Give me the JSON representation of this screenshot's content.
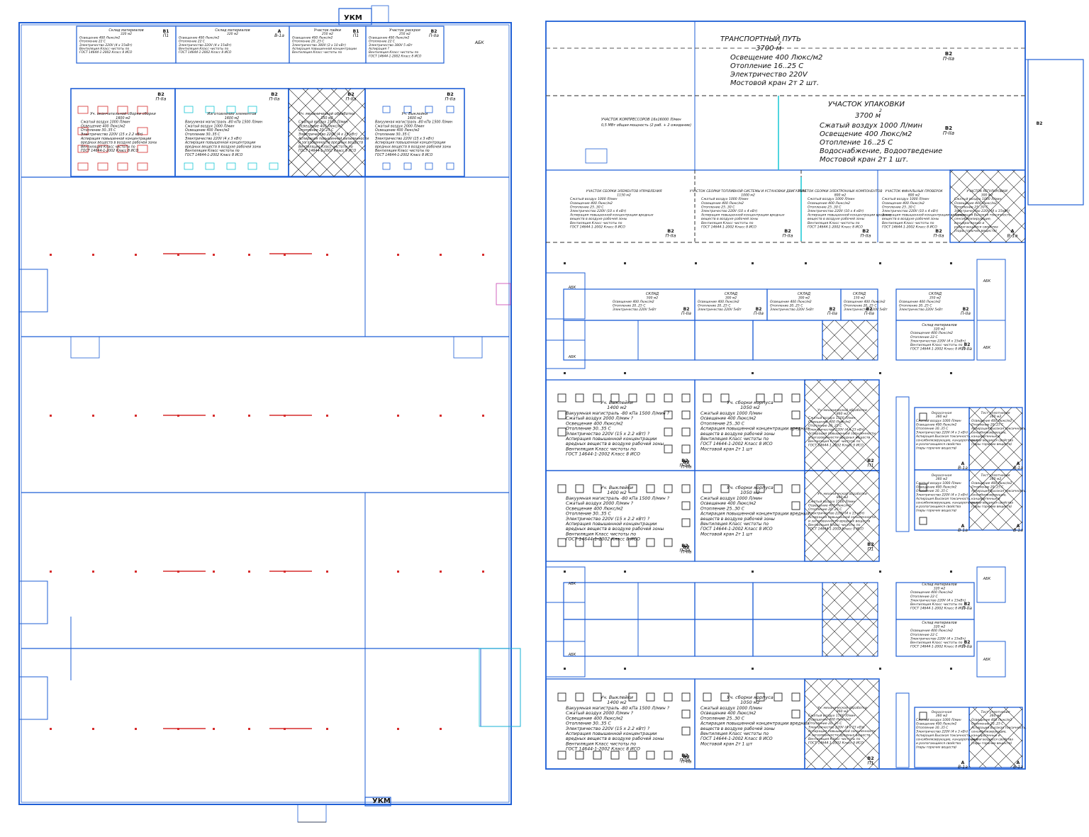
{
  "labels": {
    "ukm_top": "УКМ",
    "ukm_bottom": "УКМ",
    "abk": "АБК"
  },
  "left_plan": {
    "top_rooms": [
      {
        "title": "Склад материалов",
        "area": "320 м2",
        "cls": "В1",
        "cat": "П1",
        "lines": [
          "Освещение 400 Люкс/м2",
          "Отопление 22 С",
          "Электричество 220V (4 x 15кВт)",
          "Вентиляция Класс чистоты по",
          "ГОСТ 14644-1-2002 Класс 8 ИСО"
        ]
      },
      {
        "title": "Склад материалов",
        "area": "320 м2",
        "cls": "А",
        "cat": "В-1а",
        "lines": [
          "Освещение 400 Люкс/м2",
          "Отопление 22 С",
          "Электричество 220V (4 x 15кВт)",
          "Вентиляция Класс чистоты по",
          "ГОСТ 14644-1-2002 Класс 8 ИСО"
        ]
      },
      {
        "title": "Участок пайки",
        "area": "250 м2",
        "cls": "В1",
        "cat": "П1",
        "lines": [
          "Освещение 400 Люкс/м2",
          "Отопление 20..25 С",
          "Электричество 380V (2 x 10 кВт)",
          "Аспирация повышенной концентрации",
          "Вентиляция Класс чистоты по"
        ]
      },
      {
        "title": "Участок раскроя",
        "area": "250 м2",
        "cls": "В2",
        "cat": "П-IIа",
        "lines": [
          "Освещение 400 Люкс/м2",
          "Отопление 22 С",
          "Электричество 380V 5 кВт",
          "Аспирация ?",
          "Вентиляция Класс чистоты по",
          "ГОСТ 14644-1-2002 Класс 8 ИСО"
        ]
      }
    ],
    "mid_rooms": [
      {
        "title": "Уч. окончательной сборки сборки",
        "area": "1600 м2",
        "cls": "В2",
        "cat": "П-IIа",
        "lines": [
          "Сжатый воздух 1000 Л/мин",
          "Освещение 400 Люкс/м2",
          "Отопление 30..35 С",
          "Электричество 220V (15 x 2.2 кВт)",
          "Аспирация повышенной концентрации",
          "вредных веществ в воздухе рабочей зоны",
          "Вентиляция Класс чистоты по",
          "ГОСТ 14644-1-2002 Класс 8 ИСО"
        ]
      },
      {
        "title": "Изготовление элементов",
        "area": "1600 м2",
        "cls": "В2",
        "cat": "П-IIа",
        "lines": [
          "Вакуумная магистраль -80 кПа 1500 Л/мин",
          "Сжатый воздух 1000 Л/мин",
          "Освещение 400 Люкс/м2",
          "Отопление 30..35 С",
          "Электричество 220V (4 x 3 кВт)",
          "Аспирация повышенной концентрации",
          "вредных веществ в воздухе рабочей зоны",
          "Вентиляция Класс чистоты по",
          "ГОСТ 14644-1-2002 Класс 8 ИСО"
        ]
      },
      {
        "title": "Уч. механической обработки",
        "area": "350 м2",
        "cls": "В2",
        "cat": "П-IIа",
        "lines": [
          "Сжатый воздух 1500 Л/мин",
          "Освещение 400 Люкс/м2",
          "Отопление 20..25 С",
          "Электричество 220V (4 x 15 кВт)",
          "Аспирация повышенной запыленности",
          "и загазованности вредных веществ",
          "Вентиляция Класс чистоты по",
          "ГОСТ 14644-1-2002 Класс 9 ИСО"
        ]
      },
      {
        "title": "Уч. Выклейки",
        "area": "1600 м2",
        "cls": "В2",
        "cat": "П-IIа",
        "lines": [
          "Вакуумная магистраль -80 кПа 1500 Л/мин",
          "Сжатый воздух 2000 Л/мин",
          "Освещение 400 Люкс/м2",
          "Отопление 30..35 С",
          "Электричество 220V (15 x 3 кВт)",
          "Аспирация повышенной концентрации",
          "вредных веществ в воздухе рабочей зоны",
          "Вентиляция Класс чистоты по",
          "ГОСТ 14644-1-2002 Класс 8 ИСО"
        ]
      }
    ]
  },
  "right_plan": {
    "transport": {
      "title": "ТРАНСПОРТНЫЙ ПУТЬ",
      "area": "3700 м",
      "sup": "2",
      "lines": [
        "Освещение 400 Люкс/м2",
        "Отопление 16..25 С",
        "Электричество 220V",
        "Мостовой кран 2т 2 шт."
      ],
      "cls": "В2",
      "cat": "П-IIа"
    },
    "packing": {
      "title": "УЧАСТОК УПАКОВКИ",
      "area": "3700 м",
      "sup": "2",
      "lines": [
        "Сжатый воздух 1000 Л/мин",
        "Освещение 400 Люкс/м2",
        "Отопление 16..25 С",
        "Водоснабжение, Водоотведение",
        "Мостовой кран 2т 1 шт."
      ],
      "cls": "В2",
      "cat": "П-IIа"
    },
    "compressor": [
      "УЧАСТОК КОМПРЕССОРОВ 16х16000 Л/мин",
      "0,5 МВт общая мощность (2 раб. + 2 ожидание)"
    ],
    "assembly_row": [
      {
        "title": "УЧАСТОК СБОРКИ ЭЛЕМЕНТОВ УПРАВЛЕНИЯ",
        "area": "1150 м2",
        "cls": "В2",
        "cat": "П-IIа",
        "lines": [
          "Сжатый воздух 1000 Л/мин",
          "Освещение 400 Люкс/м2",
          "Отопление 25..30 С",
          "Электричество 220V (10 x 4 кВт)",
          "Аспирация повышенной концентрации вредных",
          "веществ в воздухе рабочей зоны",
          "Вентиляция Класс чистоты по",
          "ГОСТ 14644-1-2002 Класс 8 ИСО"
        ]
      },
      {
        "title": "УЧАСТОК СБОРКИ ТОПЛИВНОЙ СИСТЕМЫ И УСТАНОВКИ ДВИГАТЕЛЯ",
        "area": "1000 м2",
        "cls": "В2",
        "cat": "П-IIа",
        "lines": [
          "Сжатый воздух 1000 Л/мин",
          "Освещение 400 Люкс/м2",
          "Отопление 25..30 С",
          "Электричество 220V (10 x 4 кВт)",
          "Аспирация повышенной концентрации вредных",
          "веществ в воздухе рабочей зоны",
          "Вентиляция Класс чистоты по",
          "ГОСТ 14644-1-2002 Класс 8 ИСО"
        ]
      },
      {
        "title": "УЧАСТОК СБОРКИ ЭЛЕКТРОННЫХ КОМПОНЕНТОВ",
        "area": "800 м2",
        "cls": "В2",
        "cat": "П-IIа",
        "lines": [
          "Сжатый воздух 1000 Л/мин",
          "Освещение 400 Люкс/м2",
          "Отопление 25..30 С",
          "Электричество 220V (10 x 4 кВт)",
          "Аспирация повышенной концентрации вредных",
          "веществ в воздухе рабочей зоны",
          "Вентиляция Класс чистоты по",
          "ГОСТ 14644-1-2002 Класс 8 ИСО"
        ]
      },
      {
        "title": "УЧАСТОК ФИНАЛЬНЫХ ПРОВЕРОК",
        "area": "800 м2",
        "cls": "В2",
        "cat": "П-IIа",
        "lines": [
          "Сжатый воздух 1000 Л/мин",
          "Освещение 400 Люкс/м2",
          "Отопление 25..30 С",
          "Электричество 220V (10 x 4 кВт)",
          "Аспирация повышенной концентрации вредных",
          "веществ в воздухе рабочей зоны",
          "Вентиляция Класс чистоты по",
          "ГОСТ 14644-1-2002 Класс 8 ИСО"
        ]
      },
      {
        "title": "УЧАСТОК РЕГУЛИРОВКИ",
        "area": "300 м2",
        "cls": "А",
        "cat": "В-1а",
        "lines": [
          "Сжатый воздух 1000 Л/мин",
          "Освещение 400 Люкс/м2",
          "Отопление 25..30 С",
          "Электричество 220V (4 x 15кВт)",
          "Аспирация Высокая токсичность,",
          "сенсибилизирующие,",
          "канцерогенные и",
          "разлагающиеся свойства",
          "(пары горючих веществ)"
        ]
      }
    ],
    "stores": [
      {
        "title": "СКЛАД",
        "area": "500 м2",
        "cls": "В2",
        "cat": "П-IIа",
        "lines": [
          "Освещение 400 Люкс/м2",
          "Отопление 20..25 С",
          "Электричество 220V 5кВт"
        ]
      },
      {
        "title": "СКЛАД",
        "area": "300 м2",
        "cls": "В2",
        "cat": "П-IIа",
        "lines": [
          "Освещение 400 Люкс/м2",
          "Отопление 20..25 С",
          "Электричество 220V 5кВт"
        ]
      },
      {
        "title": "СКЛАД",
        "area": "300 м2",
        "cls": "В2",
        "cat": "П-IIа",
        "lines": [
          "Освещение 400 Люкс/м2",
          "Отопление 20..25 С",
          "Электричество 220V 5кВт"
        ]
      },
      {
        "title": "СКЛАД",
        "area": "150 м2",
        "cls": "В2",
        "cat": "П-IIа",
        "lines": [
          "Освещение 400 Люкс/м2",
          "Отопление 20..25 С",
          "Электричество 220V 5кВт"
        ]
      },
      {
        "title": "СКЛАД",
        "area": "350 м2",
        "cls": "В2",
        "cat": "П-IIа",
        "lines": [
          "Освещение 400 Люкс/м2",
          "Отопление 20..25 С",
          "Электричество 220V 5кВт"
        ]
      }
    ],
    "vyklejka": {
      "title": "Уч. Выклейки",
      "area": "1400 м2",
      "cls": "В2",
      "cat": "П-IIа",
      "lines": [
        "Вакуумная магистраль -80 кПа 1500 Л/мин ?",
        "Сжатый воздух 2000 Л/мин ?",
        "Освещение 400 Люкс/м2",
        "Отопление 30..35 С",
        "Электричество 220V (15 x 2.2 кВт) ?",
        "Аспирация повышенной концентрации",
        "вредных веществ в воздухе рабочей зоны",
        "Вентиляция Класс чистоты по",
        "ГОСТ 14644-1-2002 Класс 8 ИСО"
      ]
    },
    "korpus": {
      "title": "Уч. сборки корпуса",
      "area": "1050 м2",
      "cls": "В2",
      "cat": "П-IIа",
      "lines": [
        "Сжатый воздух 1000 Л/мин",
        "Освещение 400 Люкс/м2",
        "Отопление 25..30 С",
        "Аспирация повышенной концентрации вредных",
        "веществ в воздухе рабочей зоны",
        "Вентиляция Класс чистоты по",
        "ГОСТ 14644-1-2002 Класс 8 ИСО",
        "Мостовой кран 2т 1 шт"
      ]
    },
    "mech": {
      "title": "Уч. механической обработки",
      "area": "860 м2",
      "cls": "В2",
      "cat": "П1",
      "lines": [
        "Сжатый воздух 1500 Л/мин",
        "Освещение 400 Люкс/м2",
        "Отопление 20..25 С",
        "Электричество 220V (4 x 15 кВт)",
        "Аспирация повышенной запыленности",
        "и загазованности вредных веществ",
        "Вентиляция Класс чистоты по",
        "ГОСТ 14644-1-2002 Класс 9 ИСО"
      ]
    },
    "paint": {
      "title": "Окрасочная",
      "area": "360 м2",
      "cls": "А",
      "cat": "В-1а",
      "lines": [
        "Сжатый воздух 1000 Л/мин",
        "Освещение 400 Люкс/м2",
        "Отопление 30..35 С",
        "Электричество 220V (4 x 3 кВт)",
        "Аспирация Высокая токсичность,",
        "сенсибилизирующие, канцерогенные",
        "и разлагающиеся свойства",
        "(пары горючих веществ)"
      ]
    },
    "test": {
      "title": "Тест уплотнения",
      "area": "360 м2",
      "cls": "А",
      "cat": "В-1а",
      "lines": [
        "Освещение 400 Люкс/м2",
        "Отопление 20..25 С",
        "Аспирация Высокая токсичность,",
        "сенсибилизирующие,",
        "канцерогенные и",
        "разлагающиеся свойства",
        "(пары горючих веществ)"
      ]
    },
    "warehouse": {
      "title": "Склад материалов",
      "area": "320 м2",
      "cls": "В2",
      "cat": "П-IIа",
      "lines": [
        "Освещение 400 Люкс/м2",
        "Отопление 22 С",
        "Электричество 220V (4 x 15кВт)",
        "Вентиляция Класс чистоты по",
        "ГОСТ 14644-1-2002 Класс 8 ИСО"
      ]
    },
    "b2_side": "В2"
  }
}
